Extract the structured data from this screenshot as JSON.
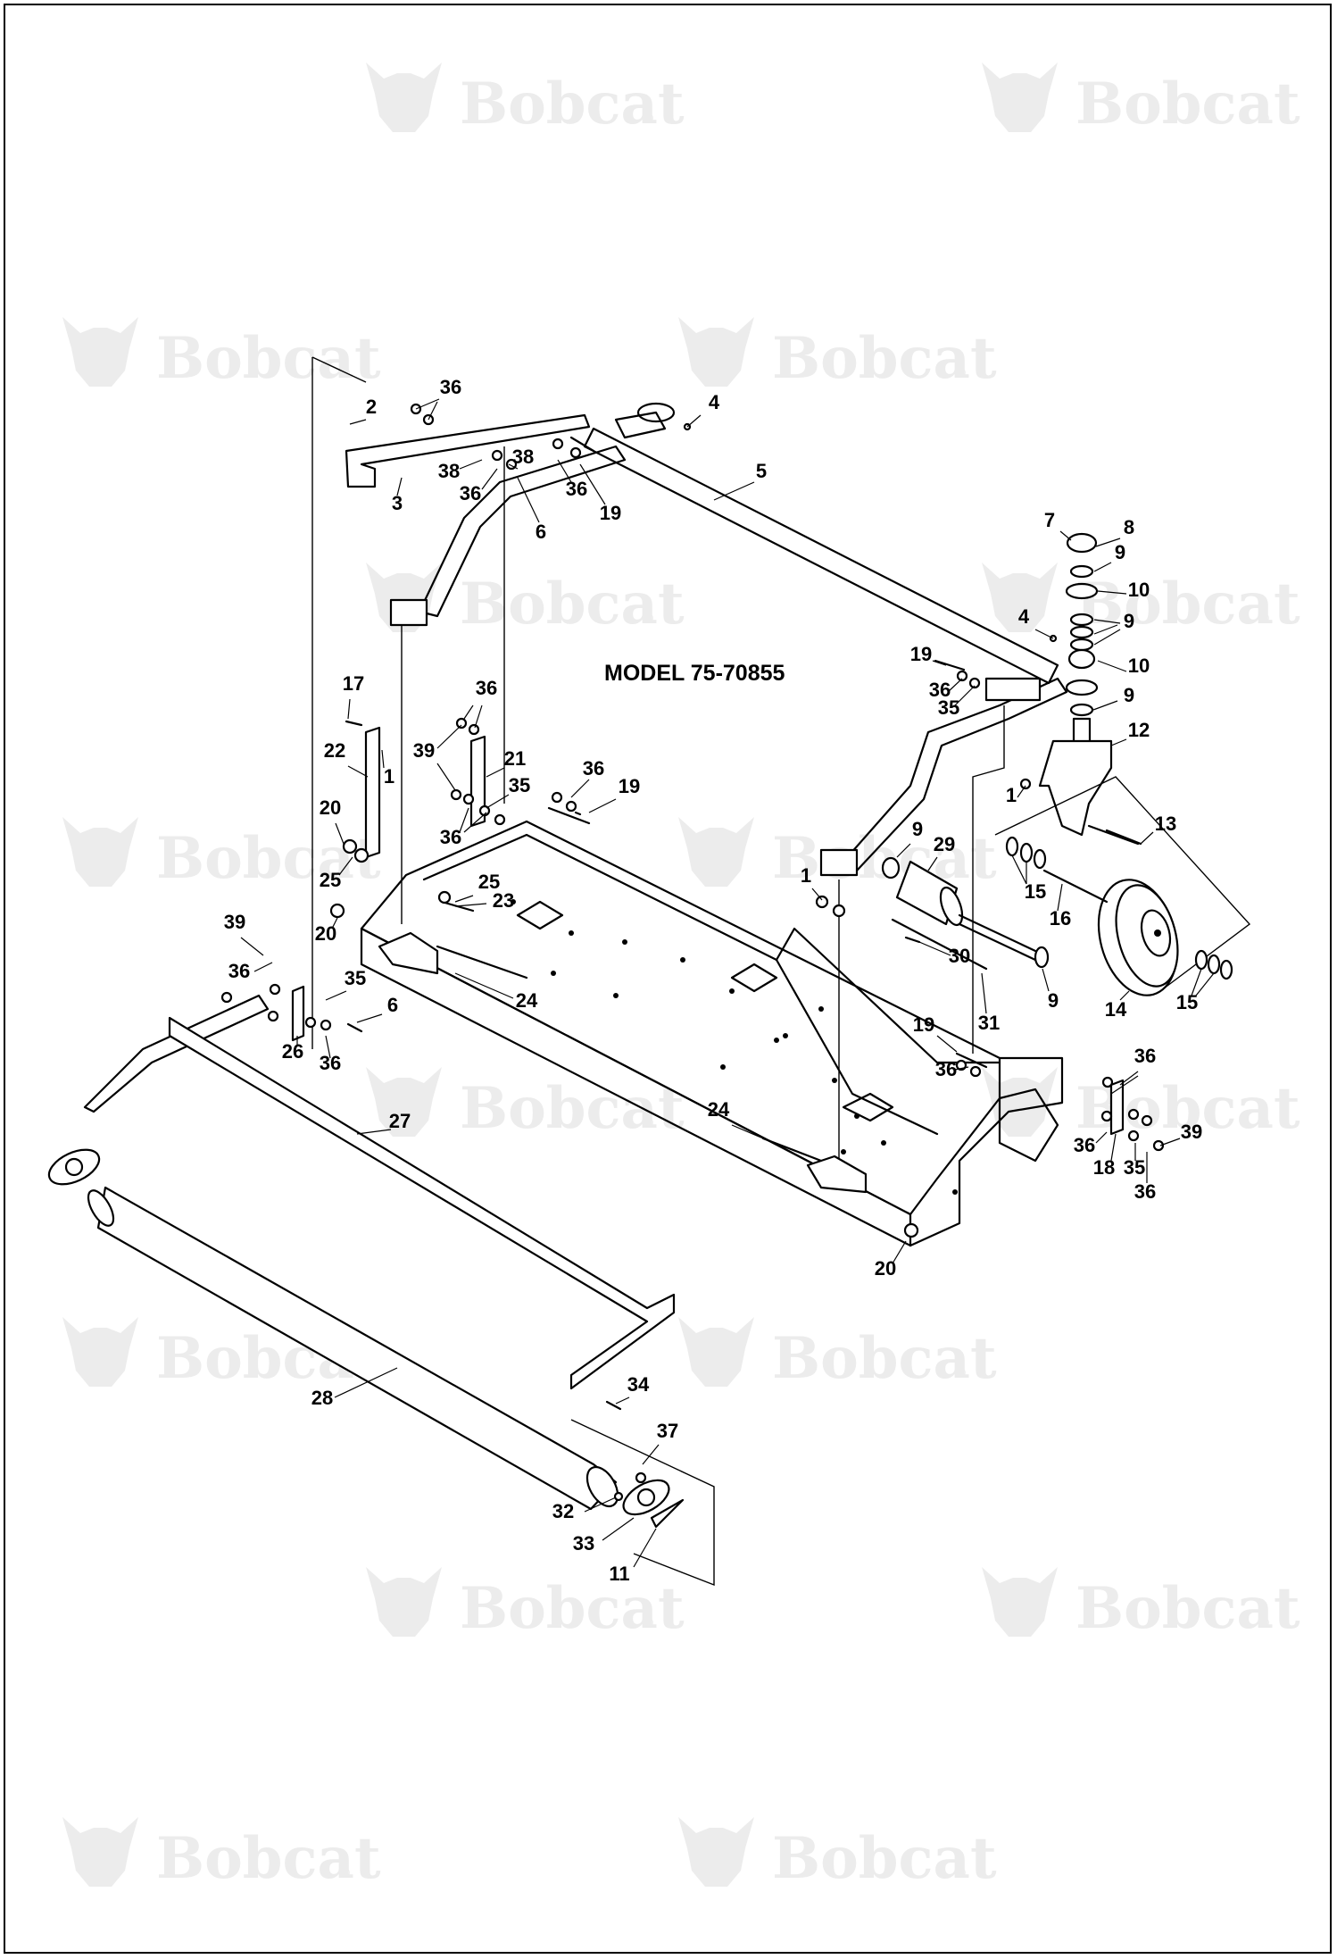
{
  "model_label": "MODEL 75-70855",
  "watermark_text": "Bobcat",
  "watermark_reg": "®",
  "colors": {
    "line": "#000000",
    "background": "#ffffff",
    "watermark": "#ececec"
  },
  "callouts": [
    "1",
    "2",
    "3",
    "4",
    "5",
    "6",
    "7",
    "8",
    "9",
    "10",
    "11",
    "12",
    "13",
    "14",
    "15",
    "16",
    "17",
    "18",
    "19",
    "20",
    "21",
    "22",
    "23",
    "24",
    "25",
    "26",
    "27",
    "28",
    "29",
    "30",
    "31",
    "32",
    "33",
    "34",
    "35",
    "36",
    "37",
    "38",
    "39"
  ]
}
